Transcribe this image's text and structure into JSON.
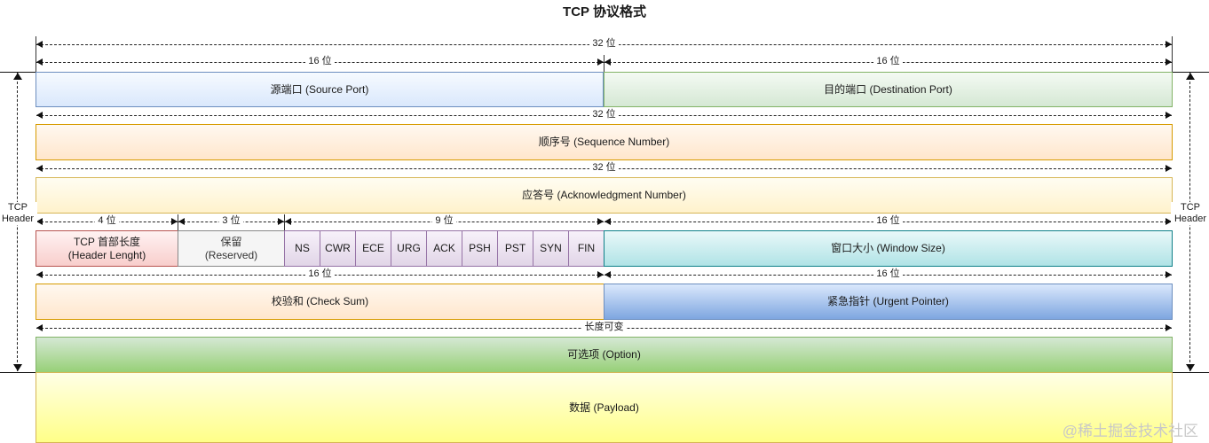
{
  "title": "TCP 协议格式",
  "watermark": "@稀土掘金技术社区",
  "header_label": "TCP\nHeader",
  "measures": {
    "m32a": "32 位",
    "m16a": "16 位",
    "m16b": "16 位",
    "m32b": "32 位",
    "m32c": "32 位",
    "m4": "4 位",
    "m3": "3 位",
    "m9": "9 位",
    "m16c": "16 位",
    "m16d": "16 位",
    "m16e": "16 位",
    "mvar": "长度可变"
  },
  "fields": {
    "source_port": "源端口 (Source Port)",
    "dest_port": "目的端口 (Destination Port)",
    "seq": "顺序号 (Sequence Number)",
    "ack": "应答号 (Acknowledgment Number)",
    "header_len_1": "TCP 首部长度",
    "header_len_2": "(Header Lenght)",
    "reserved_1": "保留",
    "reserved_2": "(Reserved)",
    "window": "窗口大小 (Window Size)",
    "checksum": "校验和 (Check Sum)",
    "urgent": "紧急指针 (Urgent Pointer)",
    "option": "可选项 (Option)",
    "payload": "数据 (Payload)"
  },
  "flags": [
    "NS",
    "CWR",
    "ECE",
    "URG",
    "ACK",
    "PSH",
    "PST",
    "SYN",
    "FIN"
  ],
  "colors": {
    "source_port": "#dae8fc",
    "dest_port": "#d5e8d4",
    "seq_ack": "#ffe6cc",
    "header_len": "#f8cecc",
    "reserved": "#f5f5f5",
    "flags": "#e1d5e7",
    "window": "#b0e3e6",
    "checksum": "#ffe6cc",
    "urgent": "#7ea6e0",
    "option": "#97d077",
    "payload": "#ffff88"
  }
}
